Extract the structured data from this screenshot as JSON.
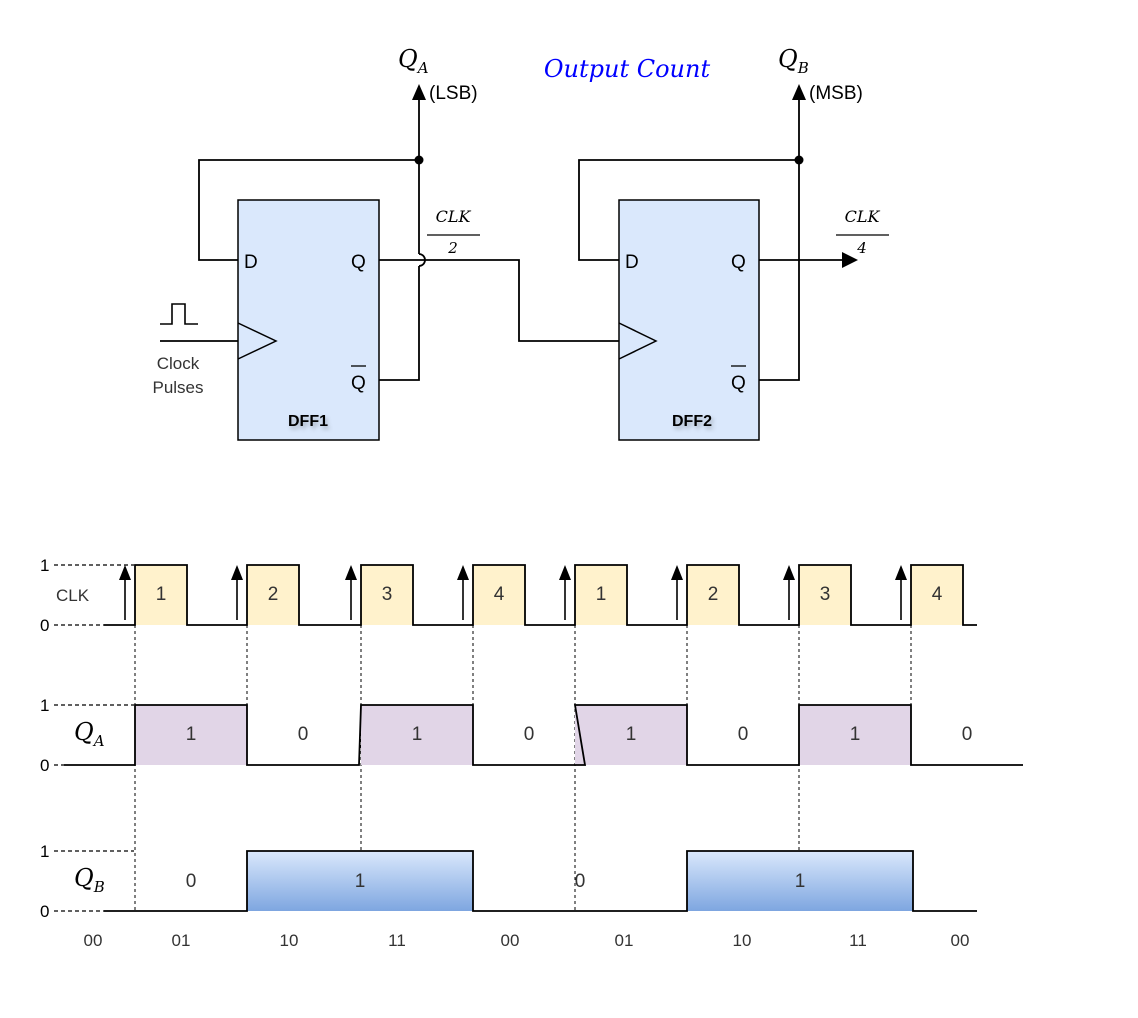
{
  "circuit": {
    "title": "Output Count",
    "qa_label": "Q",
    "qa_sub": "A",
    "qa_tag": "(LSB)",
    "qb_label": "Q",
    "qb_sub": "B",
    "qb_tag": "(MSB)",
    "dff1": {
      "name": "DFF1",
      "d": "D",
      "q": "Q",
      "qbar": "Q"
    },
    "dff2": {
      "name": "DFF2",
      "d": "D",
      "q": "Q",
      "qbar": "Q"
    },
    "clock_line1": "Clock",
    "clock_line2": "Pulses",
    "clk2_num": "CLK",
    "clk2_den": "2",
    "clk4_num": "CLK",
    "clk4_den": "4"
  },
  "timing": {
    "level_high": "1",
    "level_low": "0",
    "clk_label": "CLK",
    "qa_label": "Q",
    "qa_sub": "A",
    "qb_label": "Q",
    "qb_sub": "B",
    "clk_pulses": [
      "1",
      "2",
      "3",
      "4",
      "1",
      "2",
      "3",
      "4"
    ],
    "qa_values": [
      "1",
      "0",
      "1",
      "0",
      "1",
      "0",
      "1",
      "0"
    ],
    "qb_values": [
      "0",
      "1",
      "0",
      "1"
    ],
    "counts": [
      "00",
      "01",
      "10",
      "11",
      "00",
      "01",
      "10",
      "11",
      "00"
    ]
  },
  "colors": {
    "dff_fill": "#dae8fc",
    "clk_pulse_fill": "#fff2cc",
    "qa_high_fill": "#e1d5e7",
    "qb_high_fill_top": "#dae8fc",
    "qb_high_fill_bottom": "#7ea6e0",
    "title_color": "#0000ff",
    "line": "#000000"
  }
}
